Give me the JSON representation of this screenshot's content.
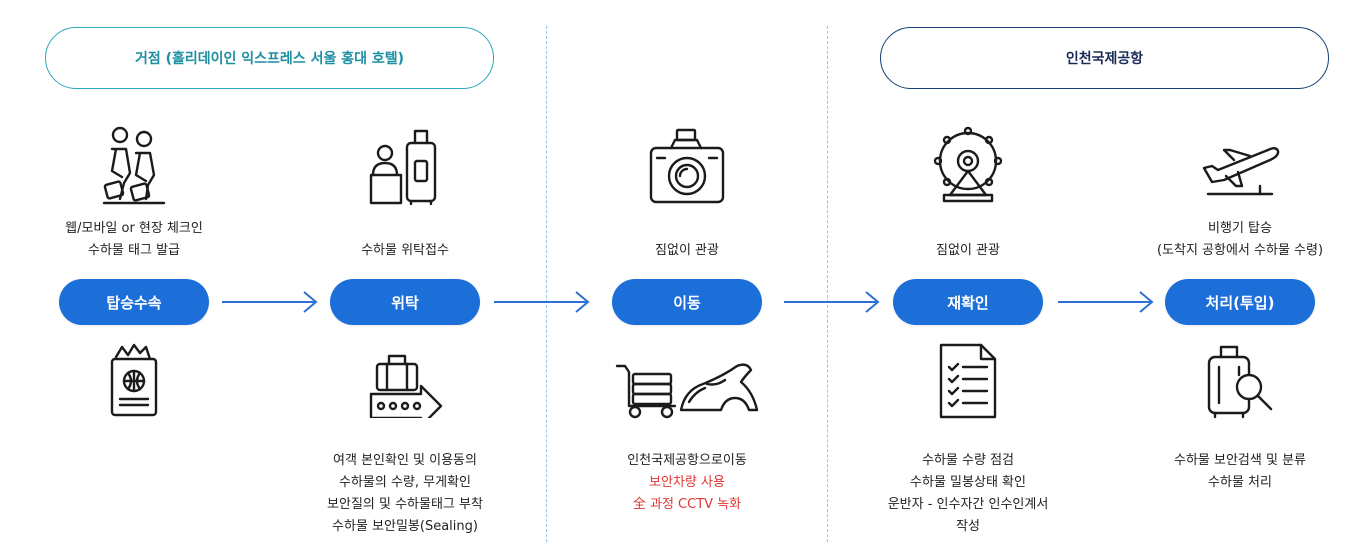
{
  "headers": {
    "left": "거점 (홀리데이인 익스프레스 서울 홍대 호텔)",
    "right": "인천국제공항"
  },
  "colors": {
    "teal": "#2aa8b8",
    "navy": "#173e78",
    "blue": "#1c6ed9",
    "red": "#e03535"
  },
  "steps": [
    {
      "top_icon": "travelers-luggage-icon",
      "top_lines": [
        "웹/모바일 or 현장 체크인",
        "수하물 태그 발급"
      ],
      "button": "탑승수속",
      "bottom_icon": "passport-icon",
      "bottom_lines": []
    },
    {
      "top_icon": "baggage-counter-icon",
      "top_lines": [
        "수하물 위탁접수"
      ],
      "button": "위탁",
      "bottom_icon": "conveyor-suitcase-icon",
      "bottom_lines": [
        "여객 본인확인 및 이용동의",
        "수하물의 수량, 무게확인",
        "보안질의 및 수하물태그 부착",
        "수하물 보안밀봉(Sealing)"
      ]
    },
    {
      "top_icon": "camera-icon",
      "top_lines": [
        "짐없이 관광"
      ],
      "button": "이동",
      "bottom_icon": "cart-and-vehicle-icon",
      "bottom_lines": [
        "인천국제공항으로이동"
      ],
      "bottom_red_lines": [
        "보안차량 사용",
        "全 과정 CCTV 녹화"
      ]
    },
    {
      "top_icon": "ferris-wheel-icon",
      "top_lines": [
        "짐없이 관광"
      ],
      "button": "재확인",
      "bottom_icon": "checklist-icon",
      "bottom_lines": [
        "수하물 수량 점검",
        "수하물 밀봉상태 확인",
        "운반자 - 인수자간 인수인계서",
        "작성"
      ]
    },
    {
      "top_icon": "airplane-takeoff-icon",
      "top_lines": [
        "비행기 탑승",
        "(도착지 공항에서 수하물 수령)"
      ],
      "button": "처리(투입)",
      "bottom_icon": "luggage-inspection-icon",
      "bottom_lines": [
        "수하물 보안검색 및 분류",
        "수하물 처리"
      ]
    }
  ]
}
